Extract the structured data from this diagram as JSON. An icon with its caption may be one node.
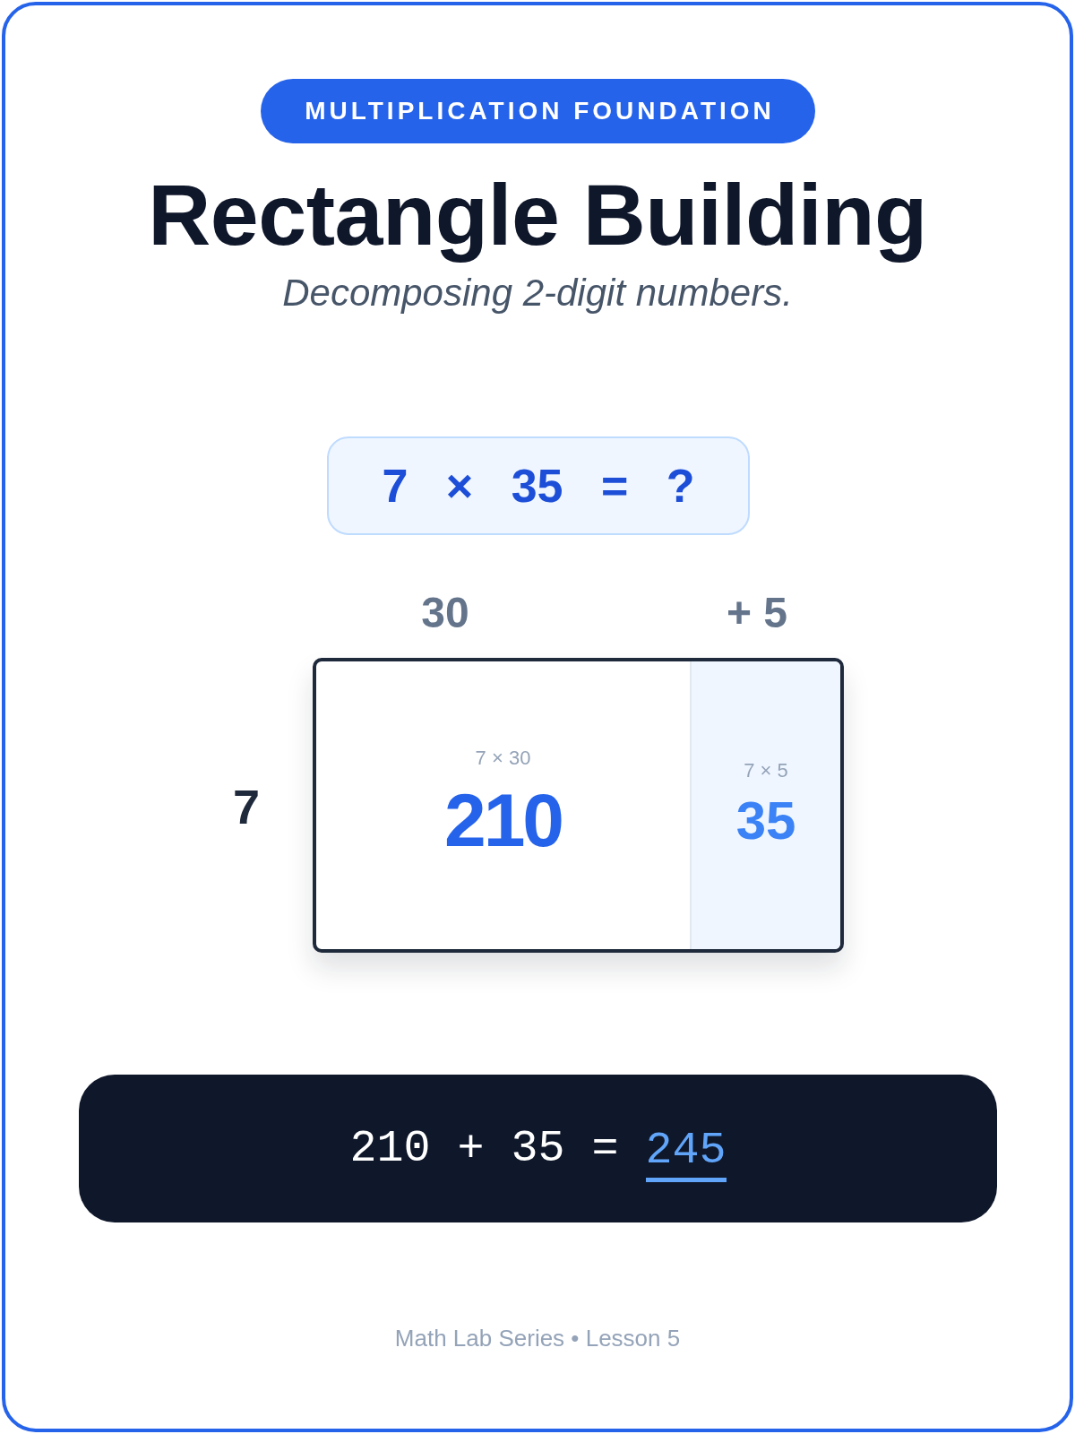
{
  "diagram": {
    "title": "Rectangle Building",
    "caption": "Math Lab Series • Lesson 5",
    "nodes": [
      {
        "text": [
          "MULTIPLICATION FOUNDATION"
        ]
      },
      {
        "text": [
          "7 × 35 = ?"
        ]
      },
      {
        "text": [],
        "shape": "box"
      },
      {
        "text": [
          "7 × 30",
          "210"
        ],
        "in": 2
      },
      {
        "text": [
          "7 × 5",
          "35"
        ],
        "in": 2
      },
      {
        "text": [
          "210 + 35 =",
          "245"
        ]
      }
    ],
    "labels": [
      "Decomposing 2-digit numbers.",
      "30",
      "+ 5",
      "7"
    ]
  }
}
